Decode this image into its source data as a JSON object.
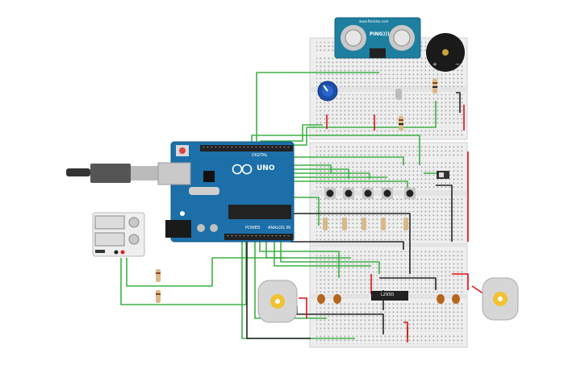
{
  "arduino": {
    "logo": "UNO",
    "digital_label": "DIGITAL",
    "power_label": "POWER",
    "analog_label": "ANALOG IN"
  },
  "sensor": {
    "name": "PING)))",
    "brand": "www.Parallax.com"
  },
  "chip": {
    "label": "L293D"
  },
  "colors": {
    "board": "#1c6fa8",
    "wire_green": "#3cb043",
    "wire_black": "#222222",
    "wire_red": "#e01010",
    "breadboard": "#f2f2f2"
  },
  "components": {
    "breadboards": 3,
    "pushbuttons": 5,
    "leds": 4,
    "dc_motors": 2,
    "resistors_standalone": 2
  }
}
